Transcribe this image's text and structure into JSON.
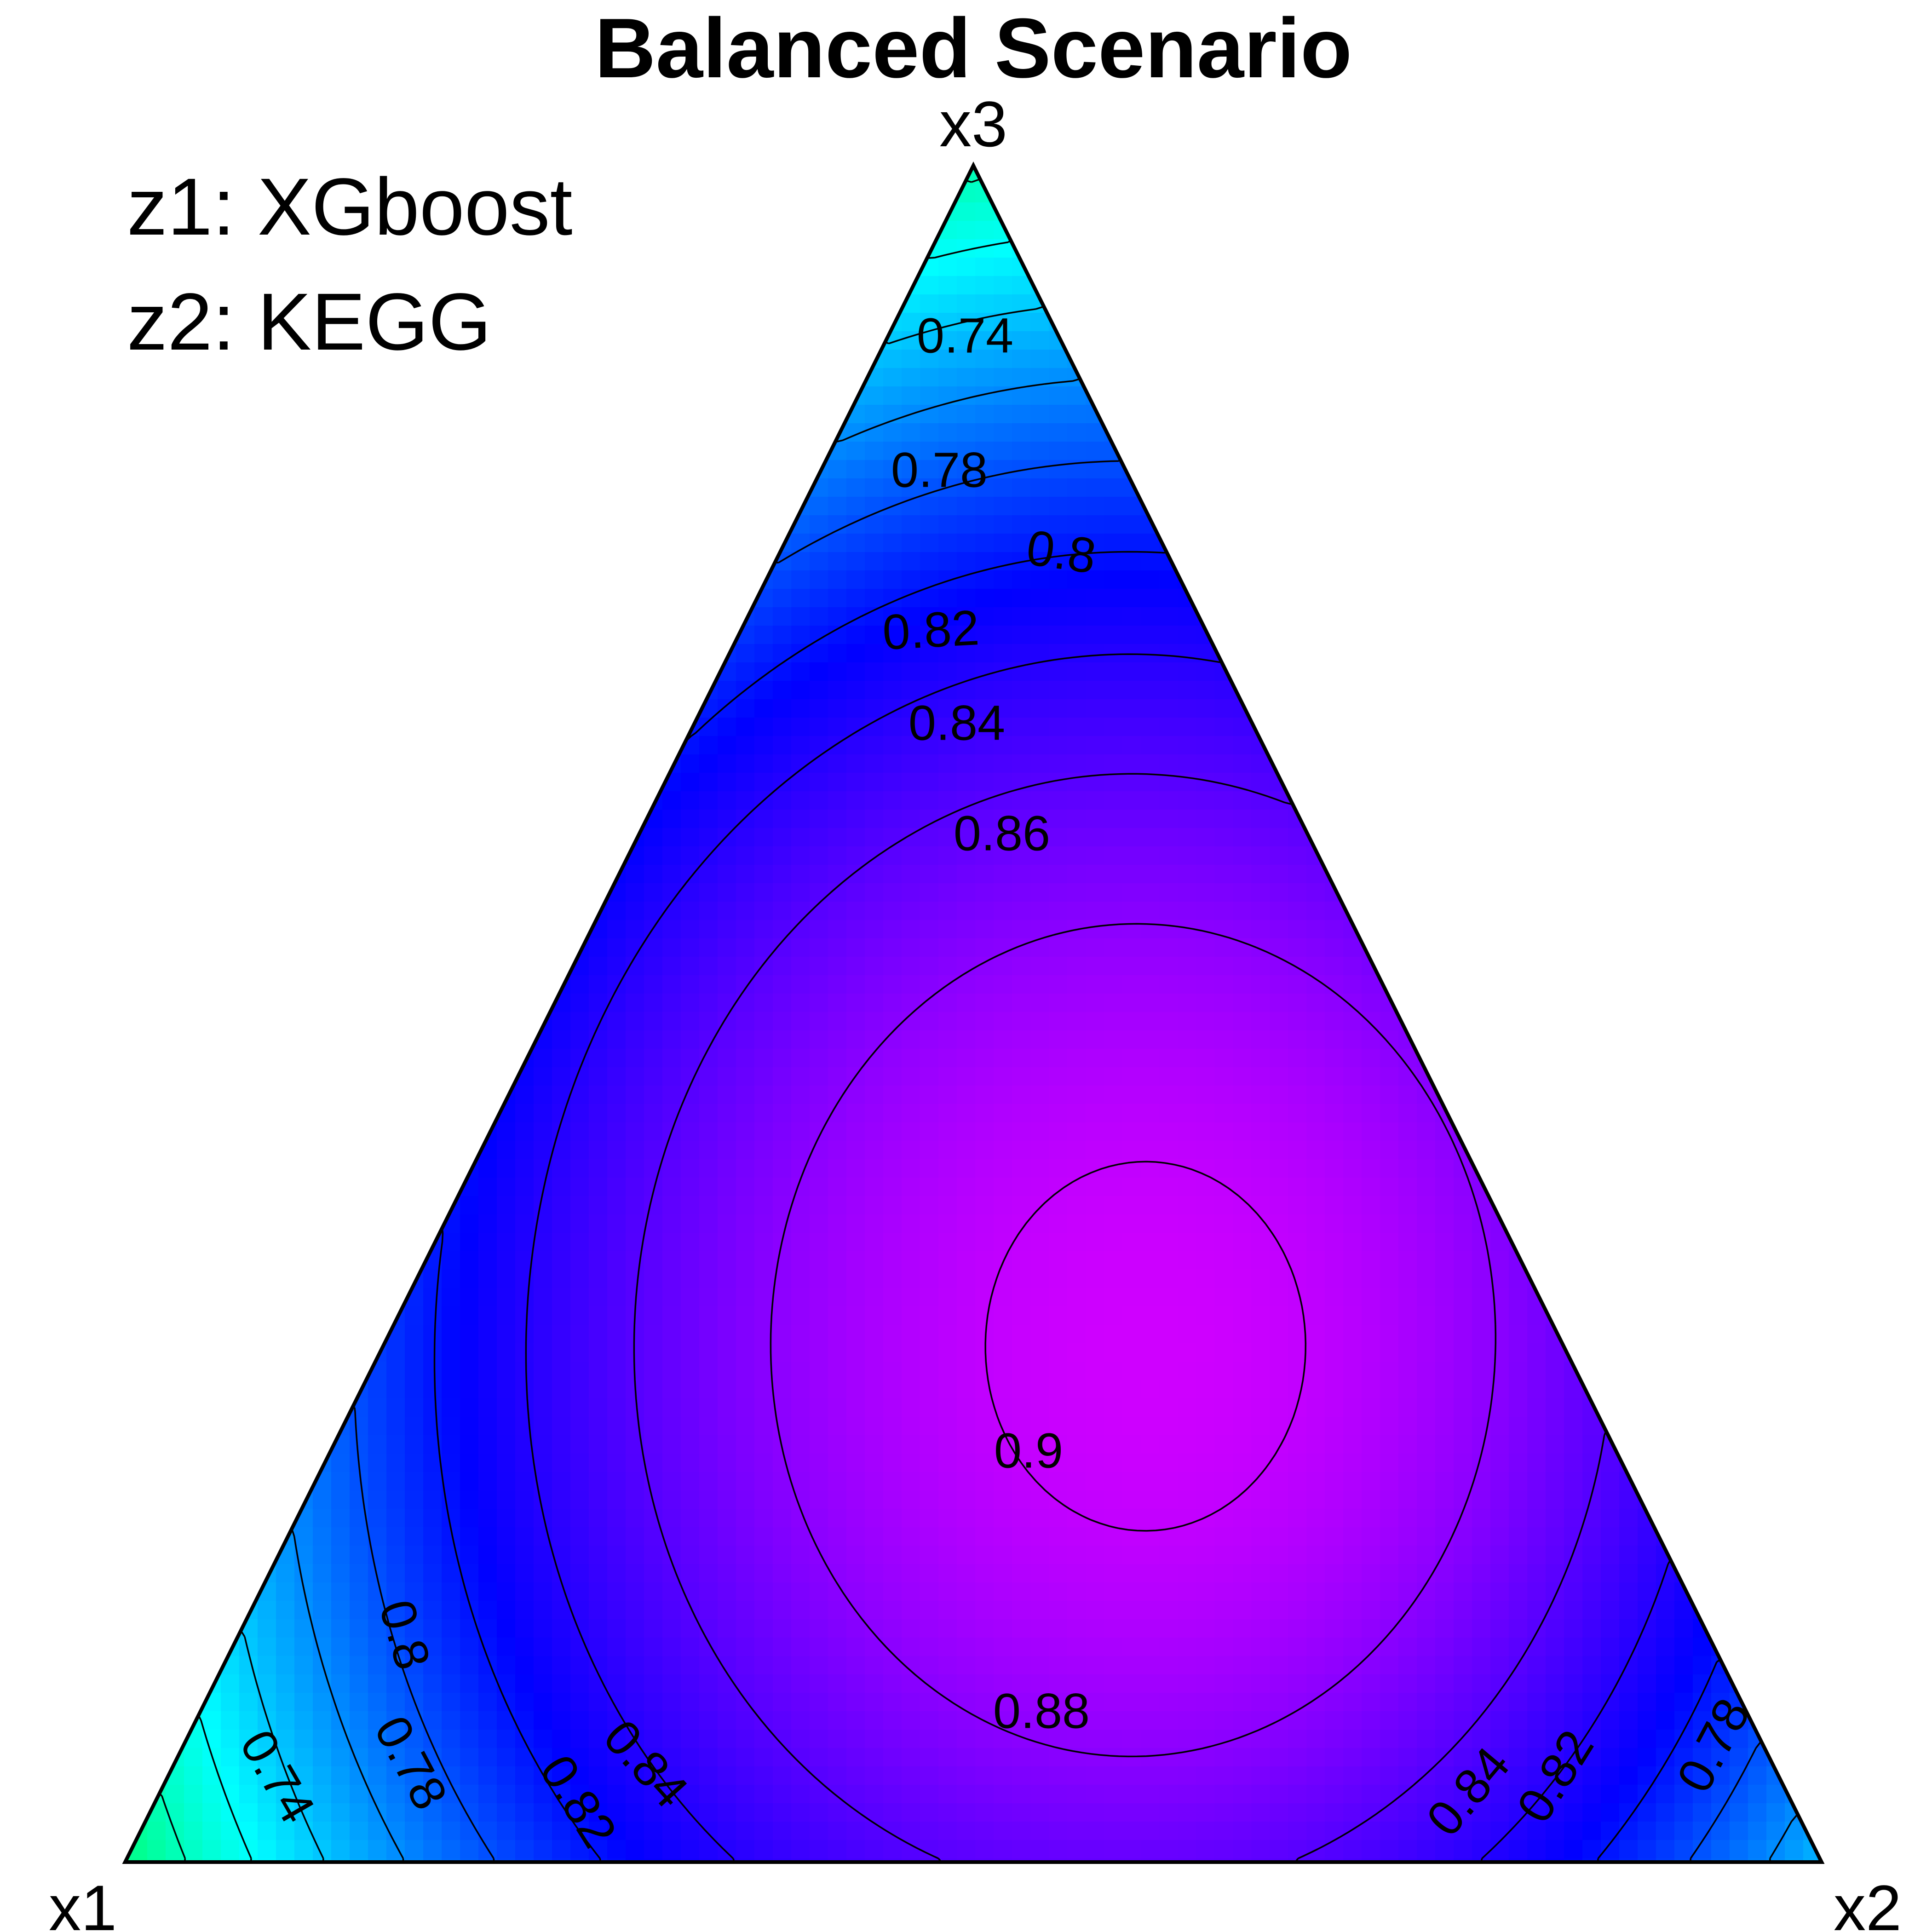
{
  "chart_data": {
    "type": "heatmap",
    "subtype": "ternary-contour",
    "title": "Balanced Scenario",
    "vertex_labels": {
      "left": "x1",
      "right": "x2",
      "top": "x3"
    },
    "annotations": [
      "z1: XGboost",
      "z2: KEGG"
    ],
    "colorscale": [
      "#00ff80",
      "#00ffff",
      "#0080ff",
      "#0000ff",
      "#6a00ff",
      "#dd00ff"
    ],
    "color_range": [
      0.7,
      0.91
    ],
    "surface": {
      "peak_value": 0.905,
      "peak_at": {
        "x1": 0.245,
        "x2": 0.452,
        "x3": 0.303
      },
      "corner_values": {
        "x1": 0.7,
        "x2": 0.765,
        "x3": 0.715
      }
    },
    "contour_levels": [
      0.72,
      0.74,
      0.76,
      0.78,
      0.8,
      0.82,
      0.84,
      0.86,
      0.88,
      0.9
    ],
    "contour_labels": [
      {
        "text": "0.74",
        "level": 0.74
      },
      {
        "text": "0.78",
        "level": 0.78
      },
      {
        "text": "0.8",
        "level": 0.8
      },
      {
        "text": "0.82",
        "level": 0.82
      },
      {
        "text": "0.84",
        "level": 0.84
      },
      {
        "text": "0.86",
        "level": 0.86
      },
      {
        "text": "0.9",
        "level": 0.9
      },
      {
        "text": "0.88",
        "level": 0.88
      },
      {
        "text": "0.8",
        "level": 0.8
      },
      {
        "text": "0.78",
        "level": 0.78
      },
      {
        "text": "0.74",
        "level": 0.74
      },
      {
        "text": "0.84",
        "level": 0.84
      },
      {
        "text": "0.82",
        "level": 0.82
      },
      {
        "text": "0.84",
        "level": 0.84
      },
      {
        "text": "0.82",
        "level": 0.82
      },
      {
        "text": "0.78",
        "level": 0.78
      }
    ]
  }
}
